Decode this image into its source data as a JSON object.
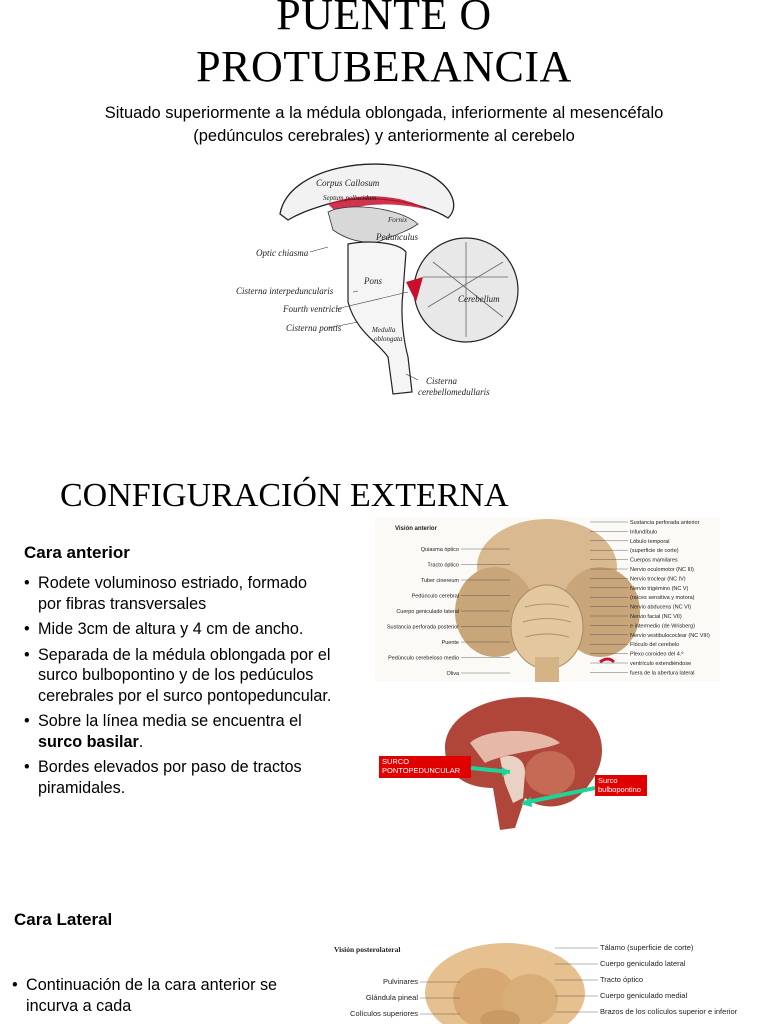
{
  "slide1": {
    "title_line1": "PUENTE O",
    "title_line2": "PROTUBERANCIA",
    "subtitle": "Situado superiormente a la médula oblongada, inferiormente al mesencéfalo (pedúnculos cerebrales) y anteriormente al cerebelo",
    "figure_labels": {
      "corpus_callosum": "Corpus Callosum",
      "septum": "Septum pellucidum",
      "fornix": "Fornix",
      "pedunculus": "Pedunculus",
      "optic_chiasma": "Optic chiasma",
      "cisterna_interpeduncularis": "Cisterna interpeduncularis",
      "pons": "Pons",
      "fourth_ventricle": "Fourth ventricle",
      "cerebellum": "Cerebellum",
      "cisterna_pontis": "Cisterna pontis",
      "medulla": "Medulla",
      "oblongata": "oblongata",
      "cisterna_cm_1": "Cisterna",
      "cisterna_cm_2": "cerebellomedullaris"
    }
  },
  "slide2": {
    "heading": "CONFIGURACIÓN EXTERNA",
    "section_title": "Cara anterior",
    "bullets": [
      {
        "text": "Rodete voluminoso estriado, formado por fibras transversales"
      },
      {
        "text": "Mide 3cm de altura y 4 cm de ancho."
      },
      {
        "text": "Separada de la médula oblongada por el surco bulbopontino y de los pedúculos cerebrales por el surco pontopeduncular."
      },
      {
        "text_before": "Sobre la línea media se encuentra el ",
        "bold": "surco basilar",
        "text_after": "."
      },
      {
        "text": "Bordes elevados por paso de tractos piramidales."
      }
    ],
    "anterior_view": {
      "title": "Visión anterior",
      "left_labels": [
        "Quiasma óptico",
        "Tracto óptico",
        "Tuber cinereum",
        "Pedúnculo cerebral",
        "Cuerpo geniculado lateral",
        "Sustancia perforada posterior",
        "Puente",
        "Pedúnculo cerebeloso medio",
        "Oliva"
      ],
      "right_labels": [
        "Sustancia perforada anterior",
        "Infundíbulo",
        "Lóbulo temporal",
        "(superficie de corte)",
        "Cuerpos mamilares",
        "Nervio oculomotor (NC III)",
        "Nervio troclear (NC IV)",
        "Nervio trigémino (NC V)",
        "(raíces sensitiva y motora)",
        "Nervio abducens (NC VI)",
        "Nervio facial (NC VII)",
        "e intermedio (de Wrisberg)",
        "Nervio vestibulococlear (NC VIII)",
        "Flóculo del cerebelo",
        "Plexo coroideo del 4.º",
        "ventrículo extendiéndose",
        "fuera de la abertura lateral"
      ]
    },
    "callouts": {
      "left_1": "SURCO",
      "left_2": "PONTOPEDUNCULAR",
      "right_1": "Surco",
      "right_2": "bulbopontino"
    }
  },
  "slide3": {
    "section_title": "Cara Lateral",
    "bullets": [
      {
        "text": "Continuación de la cara anterior se incurva a cada"
      }
    ],
    "posterolateral_view": {
      "title": "Visión posterolateral",
      "left_labels": [
        "Pulvinares",
        "Glándula pineal",
        "Colículos superiores"
      ],
      "right_labels": [
        "Tálamo (superficie de corte)",
        "Cuerpo geniculado lateral",
        "Tracto óptico",
        "Cuerpo geniculado medial",
        "Brazos de los colículos superior e inferior"
      ]
    }
  }
}
